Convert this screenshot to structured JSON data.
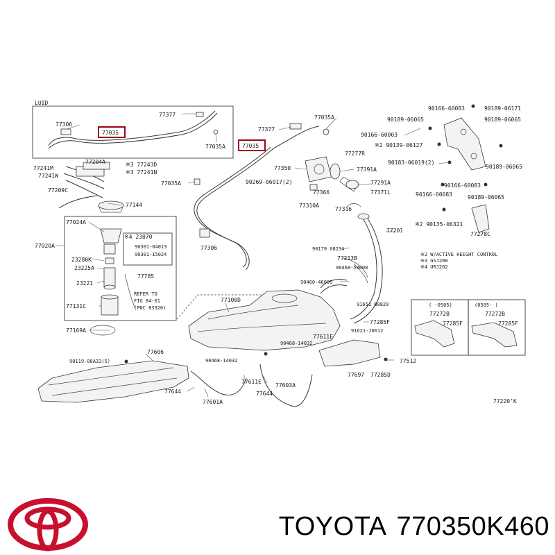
{
  "colors": {
    "highlight": "#a0001c",
    "ink": "#333333",
    "background": "#ffffff"
  },
  "inset_top_label": "LUID",
  "inset_right_header_a": "(   -0505)",
  "inset_right_header_b": "(0505-   )",
  "notes": [
    "※2 W/ACTIVE HEIGHT CONTROL",
    "※3 GSJ200",
    "※4 URJ202"
  ],
  "footer_code": "77220'K",
  "part_labels": [
    "77377",
    "77306",
    "77035",
    "77035A",
    "77377",
    "77035A",
    "77035",
    "90166-60083",
    "90189-06171",
    "90189-06065",
    "90189-06065",
    "90166-60003",
    "※2 90139-06127",
    "77277R",
    "90183-06019(2)",
    "90189-06065",
    "77350",
    "77391A",
    "77291A",
    "77371L",
    "90269-06017(2)",
    "77366",
    "77035A",
    "90166-60083",
    "90166-60083",
    "90189-06065",
    "77310A",
    "77316",
    "77201",
    "※2 90135-06321",
    "77278C",
    "77204A",
    "※3 77243D",
    "※3 77241N",
    "77241M",
    "77241W",
    "77209C",
    "77144",
    "77024A",
    "※4 23070",
    "90301-04013",
    "90301-15024",
    "77020A",
    "23280K",
    "23225A",
    "77785",
    "23221",
    "REFER TO",
    "FIG 84-61",
    "(PNC 83320)",
    "77131C",
    "77169A",
    "77306",
    "90179 08234",
    "77213B",
    "90468-50008",
    "90460-46005",
    "77100D",
    "91651 B0820",
    "77285F",
    "91621-J0612",
    "77272B",
    "77285F",
    "77272B",
    "77285F",
    "90119-08A33(5)",
    "77606",
    "90468-14032",
    "90468-14032",
    "77611E",
    "77611E",
    "77603A",
    "77697",
    "77512",
    "77285D",
    "77644",
    "77644",
    "77601A"
  ],
  "caption": {
    "brand": "TOYOTA",
    "part_number": "770350K460"
  }
}
